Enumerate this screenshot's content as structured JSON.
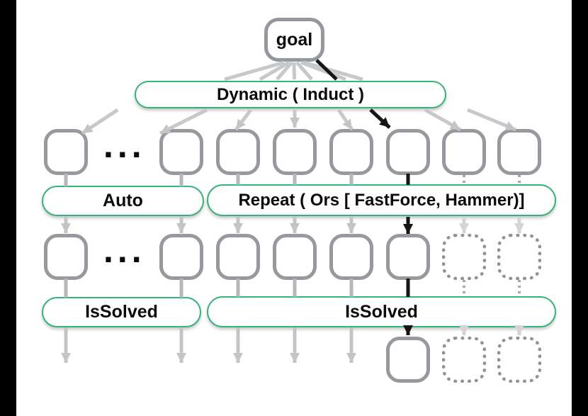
{
  "diagram": {
    "labels": {
      "root": "goal",
      "dynamic": "Dynamic ( Induct )",
      "auto": "Auto",
      "repeat": "Repeat ( Ors [ FastForce, Hammer)]",
      "issolved_left": "IsSolved",
      "issolved_right": "IsSolved",
      "ellipsis": "..."
    },
    "colors": {
      "banner_border_green": "#35b379",
      "node_border_gray": "#97999e",
      "dotted_node_gray": "#8f9296",
      "edge_gray": "#c6c8ca",
      "edge_stem_gray": "#b5b7ba",
      "edge_light_gray": "#d3d4d6",
      "selected_edge_black": "#151515",
      "pillarbox_black": "#000000",
      "background": "#ffffff"
    }
  }
}
